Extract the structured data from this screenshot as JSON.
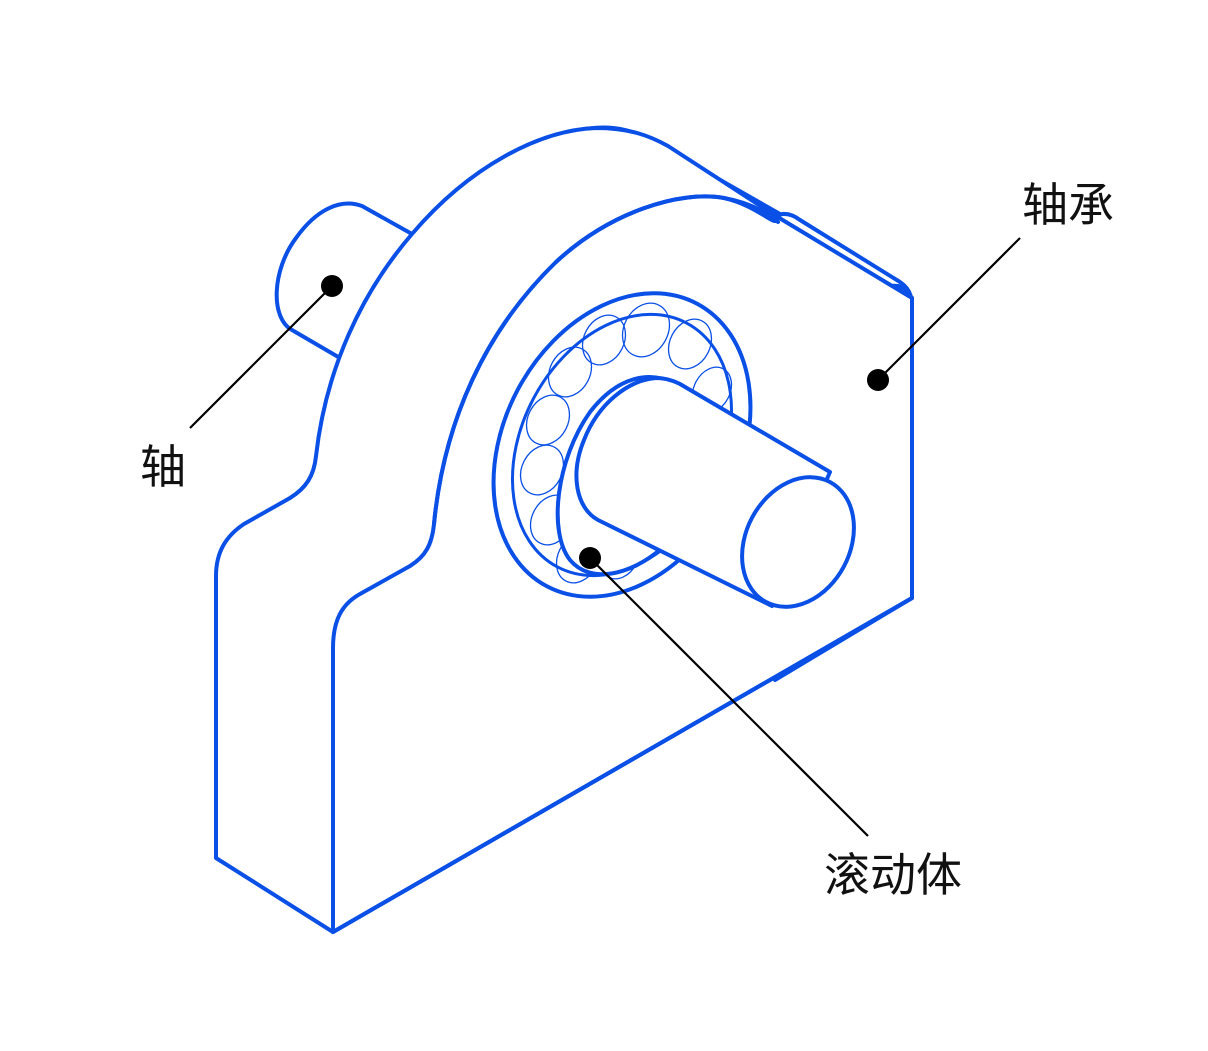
{
  "colors": {
    "outline": "#0a50e6",
    "leader": "#000000",
    "text": "#111111",
    "background": "#ffffff"
  },
  "labels": {
    "shaft": "轴",
    "bearing": "轴承",
    "rolling_element": "滚动体"
  }
}
